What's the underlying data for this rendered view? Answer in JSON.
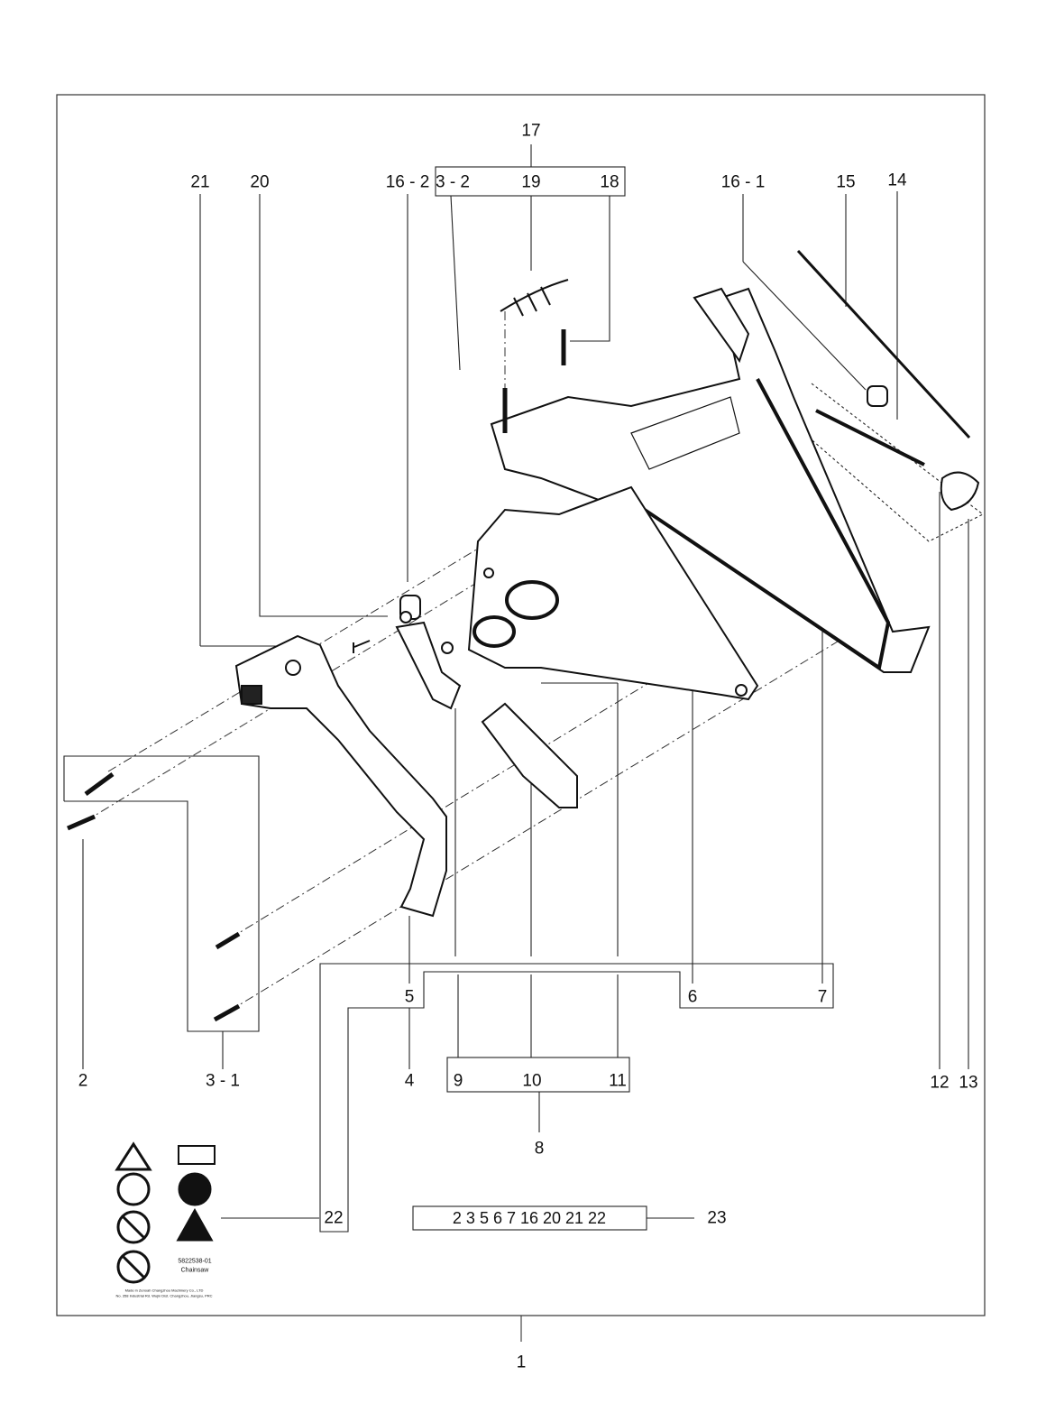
{
  "diagram": {
    "assembly_number": "1",
    "callouts": {
      "c17": "17",
      "c3_2": "3 - 2",
      "c19": "19",
      "c18": "18",
      "c21": "21",
      "c20": "20",
      "c16_2": "16 - 2",
      "c16_1": "16 - 1",
      "c15": "15",
      "c14": "14",
      "c5": "5",
      "c6": "6",
      "c7": "7",
      "c2": "2",
      "c3_1": "3 - 1",
      "c4": "4",
      "c9": "9",
      "c10": "10",
      "c11": "11",
      "c8": "8",
      "c12": "12",
      "c13": "13",
      "c22": "22",
      "c23": "23"
    },
    "kit_contents": "2  3  5  6  7  16  20  21  22",
    "sticker": {
      "part_number": "5822538-01",
      "product": "Chainsaw",
      "maker_line1": "Made in Zenoah Changzhou Machinery Co., LTD",
      "maker_line2": "No. 358 Industrial Rd. Wujin Dist. Changzhou, Jiangsu, PRC"
    }
  }
}
